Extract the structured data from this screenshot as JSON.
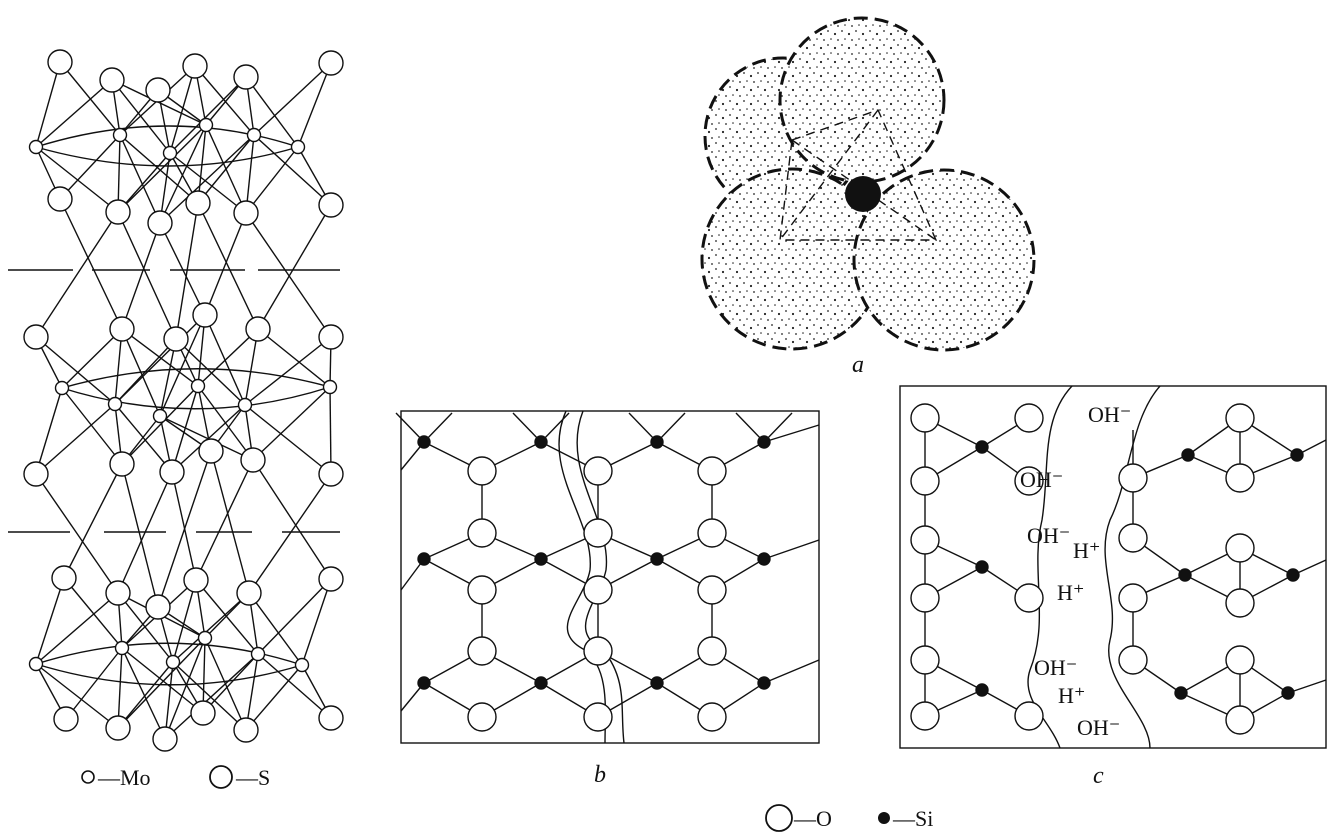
{
  "colors": {
    "ink": "#111111",
    "paper": "#ffffff",
    "dots": "#222222"
  },
  "panels": {
    "a": {
      "caption": "a"
    },
    "b": {
      "caption": "b"
    },
    "c": {
      "caption": "c",
      "ions": [
        "OH⁻",
        "OH⁻",
        "OH⁻",
        "H⁺",
        "H⁺",
        "OH⁻",
        "H⁺",
        "OH⁻"
      ]
    }
  },
  "legend_mos2": {
    "mo_label": "—Mo",
    "s_label": "—S"
  },
  "legend_sio2": {
    "o_label": "—O",
    "si_label": "—Si"
  }
}
